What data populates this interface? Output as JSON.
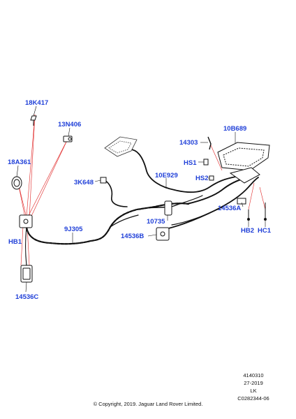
{
  "callouts": {
    "c18K417": "18K417",
    "c13N406": "13N406",
    "c18A361": "18A361",
    "c3K648": "3K648",
    "c9J305": "9J305",
    "cHB1": "HB1",
    "c14536C": "14536C",
    "c14303": "14303",
    "c10B689": "10B689",
    "cHS1": "HS1",
    "c10E929": "10E929",
    "cHS2": "HS2",
    "c14536A": "14536A",
    "c10735": "10735",
    "c14536B": "14536B",
    "cHB2": "HB2",
    "cHC1": "HC1"
  },
  "reference": {
    "illustration_number": "4140310",
    "date": "27-2019",
    "variant": "LK",
    "part_code": "C0282344-06"
  },
  "copyright": "© Copyright, 2019. Jaguar Land Rover Limited.",
  "colors": {
    "callout_text": "#1f3fd8",
    "leader_line": "#e02020",
    "harness": "#111111"
  }
}
